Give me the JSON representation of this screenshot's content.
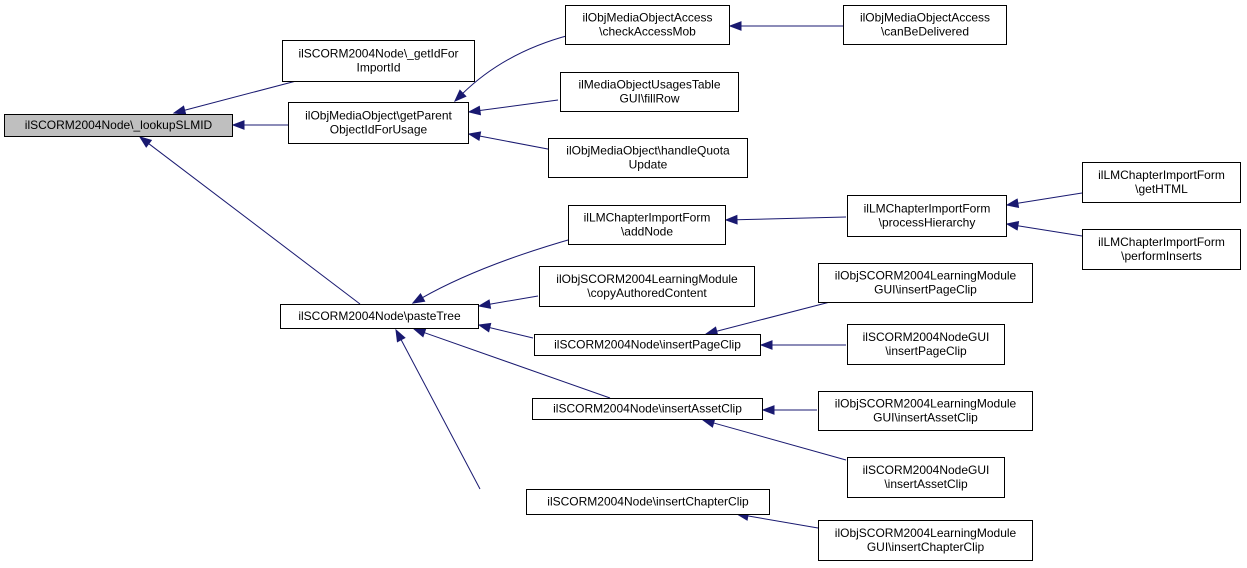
{
  "diagram": {
    "colors": {
      "edge": "#191970",
      "root_fill": "#bfbfbf",
      "node_fill": "#ffffff",
      "border": "#000000"
    },
    "nodes": [
      {
        "id": "lookup",
        "lines": [
          "ilSCORM2004Node\\_lookupSLMID"
        ],
        "root": true
      },
      {
        "id": "getIdForImportId",
        "lines": [
          "ilSCORM2004Node\\_getIdFor",
          "ImportId"
        ]
      },
      {
        "id": "getParentObjectIdForUsage",
        "lines": [
          "ilObjMediaObject\\getParent",
          "ObjectIdForUsage"
        ]
      },
      {
        "id": "checkAccessMob",
        "lines": [
          "ilObjMediaObjectAccess",
          "\\checkAccessMob"
        ]
      },
      {
        "id": "canBeDelivered",
        "lines": [
          "ilObjMediaObjectAccess",
          "\\canBeDelivered"
        ]
      },
      {
        "id": "fillRow",
        "lines": [
          "ilMediaObjectUsagesTable",
          "GUI\\fillRow"
        ]
      },
      {
        "id": "handleQuotaUpdate",
        "lines": [
          "ilObjMediaObject\\handleQuota",
          "Update"
        ]
      },
      {
        "id": "pasteTree",
        "lines": [
          "ilSCORM2004Node\\pasteTree"
        ]
      },
      {
        "id": "addNode",
        "lines": [
          "ilLMChapterImportForm",
          "\\addNode"
        ]
      },
      {
        "id": "processHierarchy",
        "lines": [
          "ilLMChapterImportForm",
          "\\processHierarchy"
        ]
      },
      {
        "id": "getHTML",
        "lines": [
          "ilLMChapterImportForm",
          "\\getHTML"
        ]
      },
      {
        "id": "performInserts",
        "lines": [
          "ilLMChapterImportForm",
          "\\performInserts"
        ]
      },
      {
        "id": "copyAuthoredContent",
        "lines": [
          "ilObjSCORM2004LearningModule",
          "\\copyAuthoredContent"
        ]
      },
      {
        "id": "insertPageClip",
        "lines": [
          "ilSCORM2004Node\\insertPageClip"
        ]
      },
      {
        "id": "lmGuiInsertPageClip",
        "lines": [
          "ilObjSCORM2004LearningModule",
          "GUI\\insertPageClip"
        ]
      },
      {
        "id": "nodeGuiInsertPageClip",
        "lines": [
          "ilSCORM2004NodeGUI",
          "\\insertPageClip"
        ]
      },
      {
        "id": "insertAssetClip",
        "lines": [
          "ilSCORM2004Node\\insertAssetClip"
        ]
      },
      {
        "id": "lmGuiInsertAssetClip",
        "lines": [
          "ilObjSCORM2004LearningModule",
          "GUI\\insertAssetClip"
        ]
      },
      {
        "id": "nodeGuiInsertAssetClip",
        "lines": [
          "ilSCORM2004NodeGUI",
          "\\insertAssetClip"
        ]
      },
      {
        "id": "insertChapterClip",
        "lines": [
          "ilSCORM2004Node\\insertChapterClip"
        ]
      },
      {
        "id": "lmGuiInsertChapterClip",
        "lines": [
          "ilObjSCORM2004LearningModule",
          "GUI\\insertChapterClip"
        ]
      }
    ],
    "edges": [
      {
        "from": "getIdForImportId",
        "to": "lookup"
      },
      {
        "from": "getParentObjectIdForUsage",
        "to": "lookup"
      },
      {
        "from": "pasteTree",
        "to": "lookup"
      },
      {
        "from": "checkAccessMob",
        "to": "getParentObjectIdForUsage"
      },
      {
        "from": "fillRow",
        "to": "getParentObjectIdForUsage"
      },
      {
        "from": "handleQuotaUpdate",
        "to": "getParentObjectIdForUsage"
      },
      {
        "from": "canBeDelivered",
        "to": "checkAccessMob"
      },
      {
        "from": "addNode",
        "to": "pasteTree"
      },
      {
        "from": "copyAuthoredContent",
        "to": "pasteTree"
      },
      {
        "from": "insertPageClip",
        "to": "pasteTree"
      },
      {
        "from": "insertAssetClip",
        "to": "pasteTree"
      },
      {
        "from": "insertChapterClip",
        "to": "pasteTree"
      },
      {
        "from": "processHierarchy",
        "to": "addNode"
      },
      {
        "from": "getHTML",
        "to": "processHierarchy"
      },
      {
        "from": "performInserts",
        "to": "processHierarchy"
      },
      {
        "from": "lmGuiInsertPageClip",
        "to": "insertPageClip"
      },
      {
        "from": "nodeGuiInsertPageClip",
        "to": "insertPageClip"
      },
      {
        "from": "lmGuiInsertAssetClip",
        "to": "insertAssetClip"
      },
      {
        "from": "nodeGuiInsertAssetClip",
        "to": "insertAssetClip"
      },
      {
        "from": "lmGuiInsertChapterClip",
        "to": "insertChapterClip"
      }
    ]
  }
}
